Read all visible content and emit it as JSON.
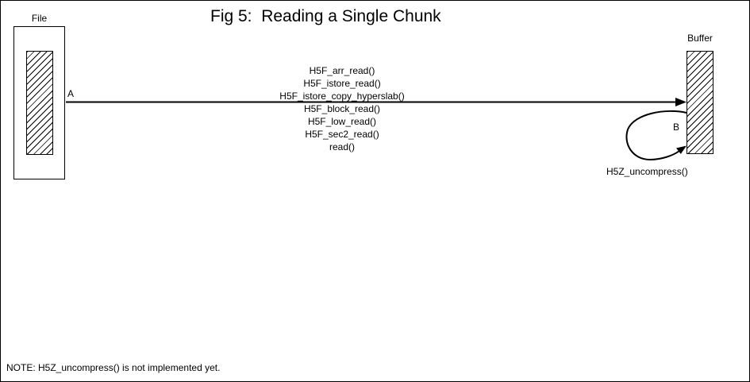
{
  "figure": {
    "title": "Fig 5:  Reading a Single Chunk",
    "note": "NOTE: H5Z_uncompress() is not implemented yet."
  },
  "file_box": {
    "label": "File"
  },
  "buffer_box": {
    "label": "Buffer"
  },
  "arrow_a": {
    "label": "A",
    "calls": [
      "H5F_arr_read()",
      "H5F_istore_read()",
      "H5F_istore_copy_hyperslab()",
      "H5F_block_read()",
      "H5F_low_read()",
      "H5F_sec2_read()",
      "read()"
    ]
  },
  "arrow_b": {
    "label": "B",
    "call": "H5Z_uncompress()"
  },
  "colors": {
    "ink": "#000000",
    "background": "#ffffff"
  }
}
